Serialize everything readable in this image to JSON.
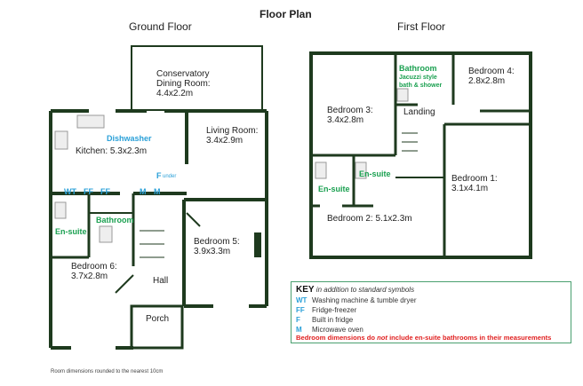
{
  "title": "Floor Plan",
  "ground_floor": {
    "heading": "Ground Floor",
    "rooms": {
      "conservatory": "Conservatory\nDining Room:\n4.4x2.2m",
      "conservatory_l1": "Conservatory",
      "conservatory_l2": "Dining Room:",
      "conservatory_l3": "4.4x2.2m",
      "kitchen": "Kitchen: 5.3x2.3m",
      "living_l1": "Living Room:",
      "living_l2": "3.4x2.9m",
      "bedroom5_l1": "Bedroom 5:",
      "bedroom5_l2": "3.9x3.3m",
      "bedroom6_l1": "Bedroom 6:",
      "bedroom6_l2": "3.7x2.8m",
      "hall": "Hall",
      "porch": "Porch",
      "bathroom": "Bathroom",
      "ensuite": "En-suite"
    },
    "appliances": {
      "dishwasher": "Dishwasher",
      "wt": "WT",
      "ff1": "FF",
      "ff2": "FF",
      "m1": "M",
      "m2": "M",
      "f": "F",
      "under": "under"
    }
  },
  "first_floor": {
    "heading": "First Floor",
    "rooms": {
      "bathroom": "Bathroom",
      "bathroom_note1": "Jacuzzi style",
      "bathroom_note2": "bath & shower",
      "bedroom4_l1": "Bedroom 4:",
      "bedroom4_l2": "2.8x2.8m",
      "bedroom3_l1": "Bedroom 3:",
      "bedroom3_l2": "3.4x2.8m",
      "landing": "Landing",
      "bedroom1_l1": "Bedroom 1:",
      "bedroom1_l2": "3.1x4.1m",
      "bedroom2": "Bedroom 2: 5.1x2.3m",
      "ensuite1": "En-suite",
      "ensuite2": "En-suite"
    }
  },
  "key": {
    "title": "KEY",
    "subtitle": "in addition to standard symbols",
    "items": [
      {
        "code": "WT",
        "label": "Washing machine & tumble dryer"
      },
      {
        "code": "FF",
        "label": "Fridge-freezer"
      },
      {
        "code": "F",
        "label": "Built in fridge"
      },
      {
        "code": "M",
        "label": "Microwave oven"
      }
    ],
    "note": "Bedroom dimensions do not include en-suite bathrooms in their measurements",
    "note_a": "Bedroom dimensions do ",
    "note_b": "not",
    "note_c": " include en-suite bathrooms in their measurements"
  },
  "footer": "Room dimensions rounded to the nearest 10cm",
  "colors": {
    "wall": "#1e3a1e",
    "blue": "#2aa0d8",
    "green": "#1aa050",
    "red": "#e02020"
  }
}
